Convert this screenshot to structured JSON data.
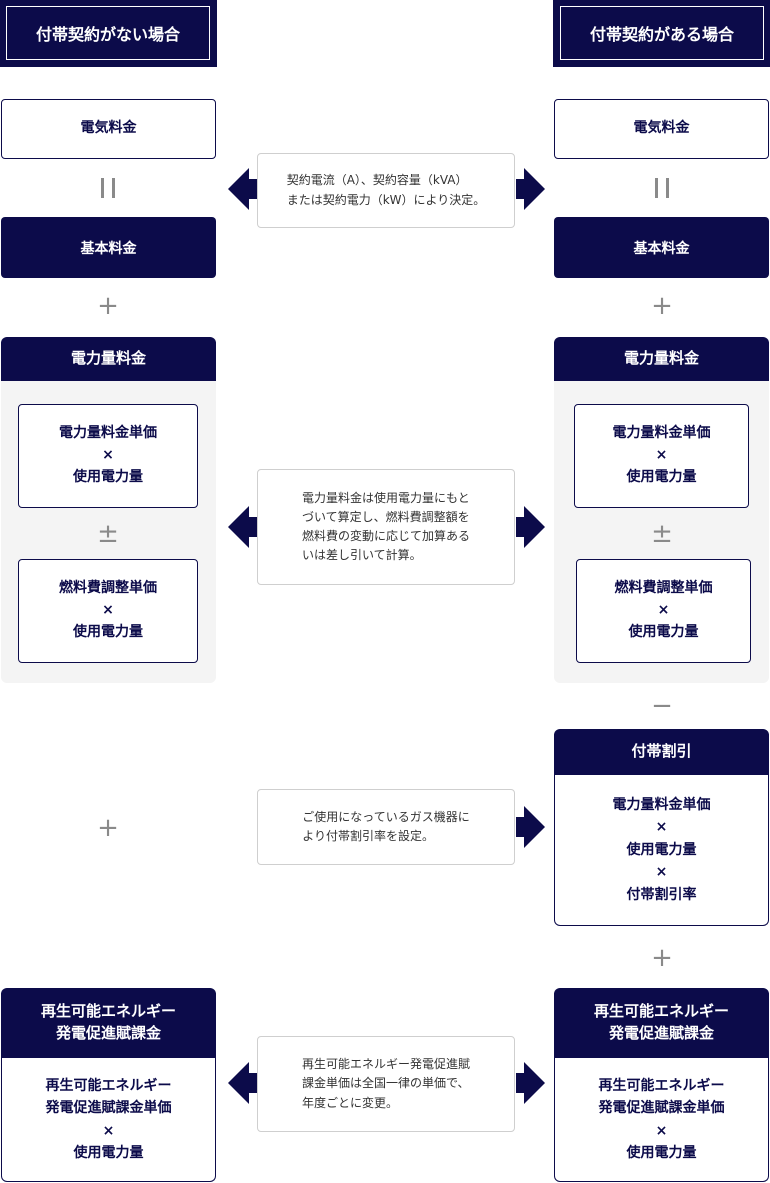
{
  "headers": {
    "left": "付帯契約がない場合",
    "right": "付帯契約がある場合"
  },
  "operators": {
    "equals": "=",
    "plus": "+",
    "plus_minus": "±",
    "minus": "−"
  },
  "left": {
    "electricity_fee": "電気料金",
    "basic_fee": "基本料金",
    "energy_fee": {
      "title": "電力量料金",
      "item1": [
        "電力量料金単価",
        "×",
        "使用電力量"
      ],
      "item2": [
        "燃料費調整単価",
        "×",
        "使用電力量"
      ]
    },
    "renewable": {
      "title": [
        "再生可能エネルギー",
        "発電促進賦課金"
      ],
      "body": [
        "再生可能エネルギー",
        "発電促進賦課金単価",
        "×",
        "使用電力量"
      ]
    }
  },
  "right": {
    "electricity_fee": "電気料金",
    "basic_fee": "基本料金",
    "energy_fee": {
      "title": "電力量料金",
      "item1": [
        "電力量料金単価",
        "×",
        "使用電力量"
      ],
      "item2": [
        "燃料費調整単価",
        "×",
        "使用電力量"
      ]
    },
    "discount": {
      "title": "付帯割引",
      "body": [
        "電力量料金単価",
        "×",
        "使用電力量",
        "×",
        "付帯割引率"
      ]
    },
    "renewable": {
      "title": [
        "再生可能エネルギー",
        "発電促進賦課金"
      ],
      "body": [
        "再生可能エネルギー",
        "発電促進賦課金単価",
        "×",
        "使用電力量"
      ]
    }
  },
  "notes": {
    "basic": [
      "契約電流（A）、契約容量（kVA）",
      "または契約電力（kW）により決定。"
    ],
    "energy": [
      "電力量料金は使用電力量にもと",
      "づいて算定し、燃料費調整額を",
      "燃料費の変動に応じて加算ある",
      "いは差し引いて計算。"
    ],
    "discount": [
      "ご使用になっているガス機器に",
      "より付帯割引率を設定。"
    ],
    "renewable": [
      "再生可能エネルギー発電促進賦",
      "課金単価は全国一律の単価で、",
      "年度ごとに変更。"
    ]
  },
  "colors": {
    "navy": "#0c0b4a",
    "panel_bg": "#f4f4f4",
    "operator": "#8a8a8a"
  }
}
